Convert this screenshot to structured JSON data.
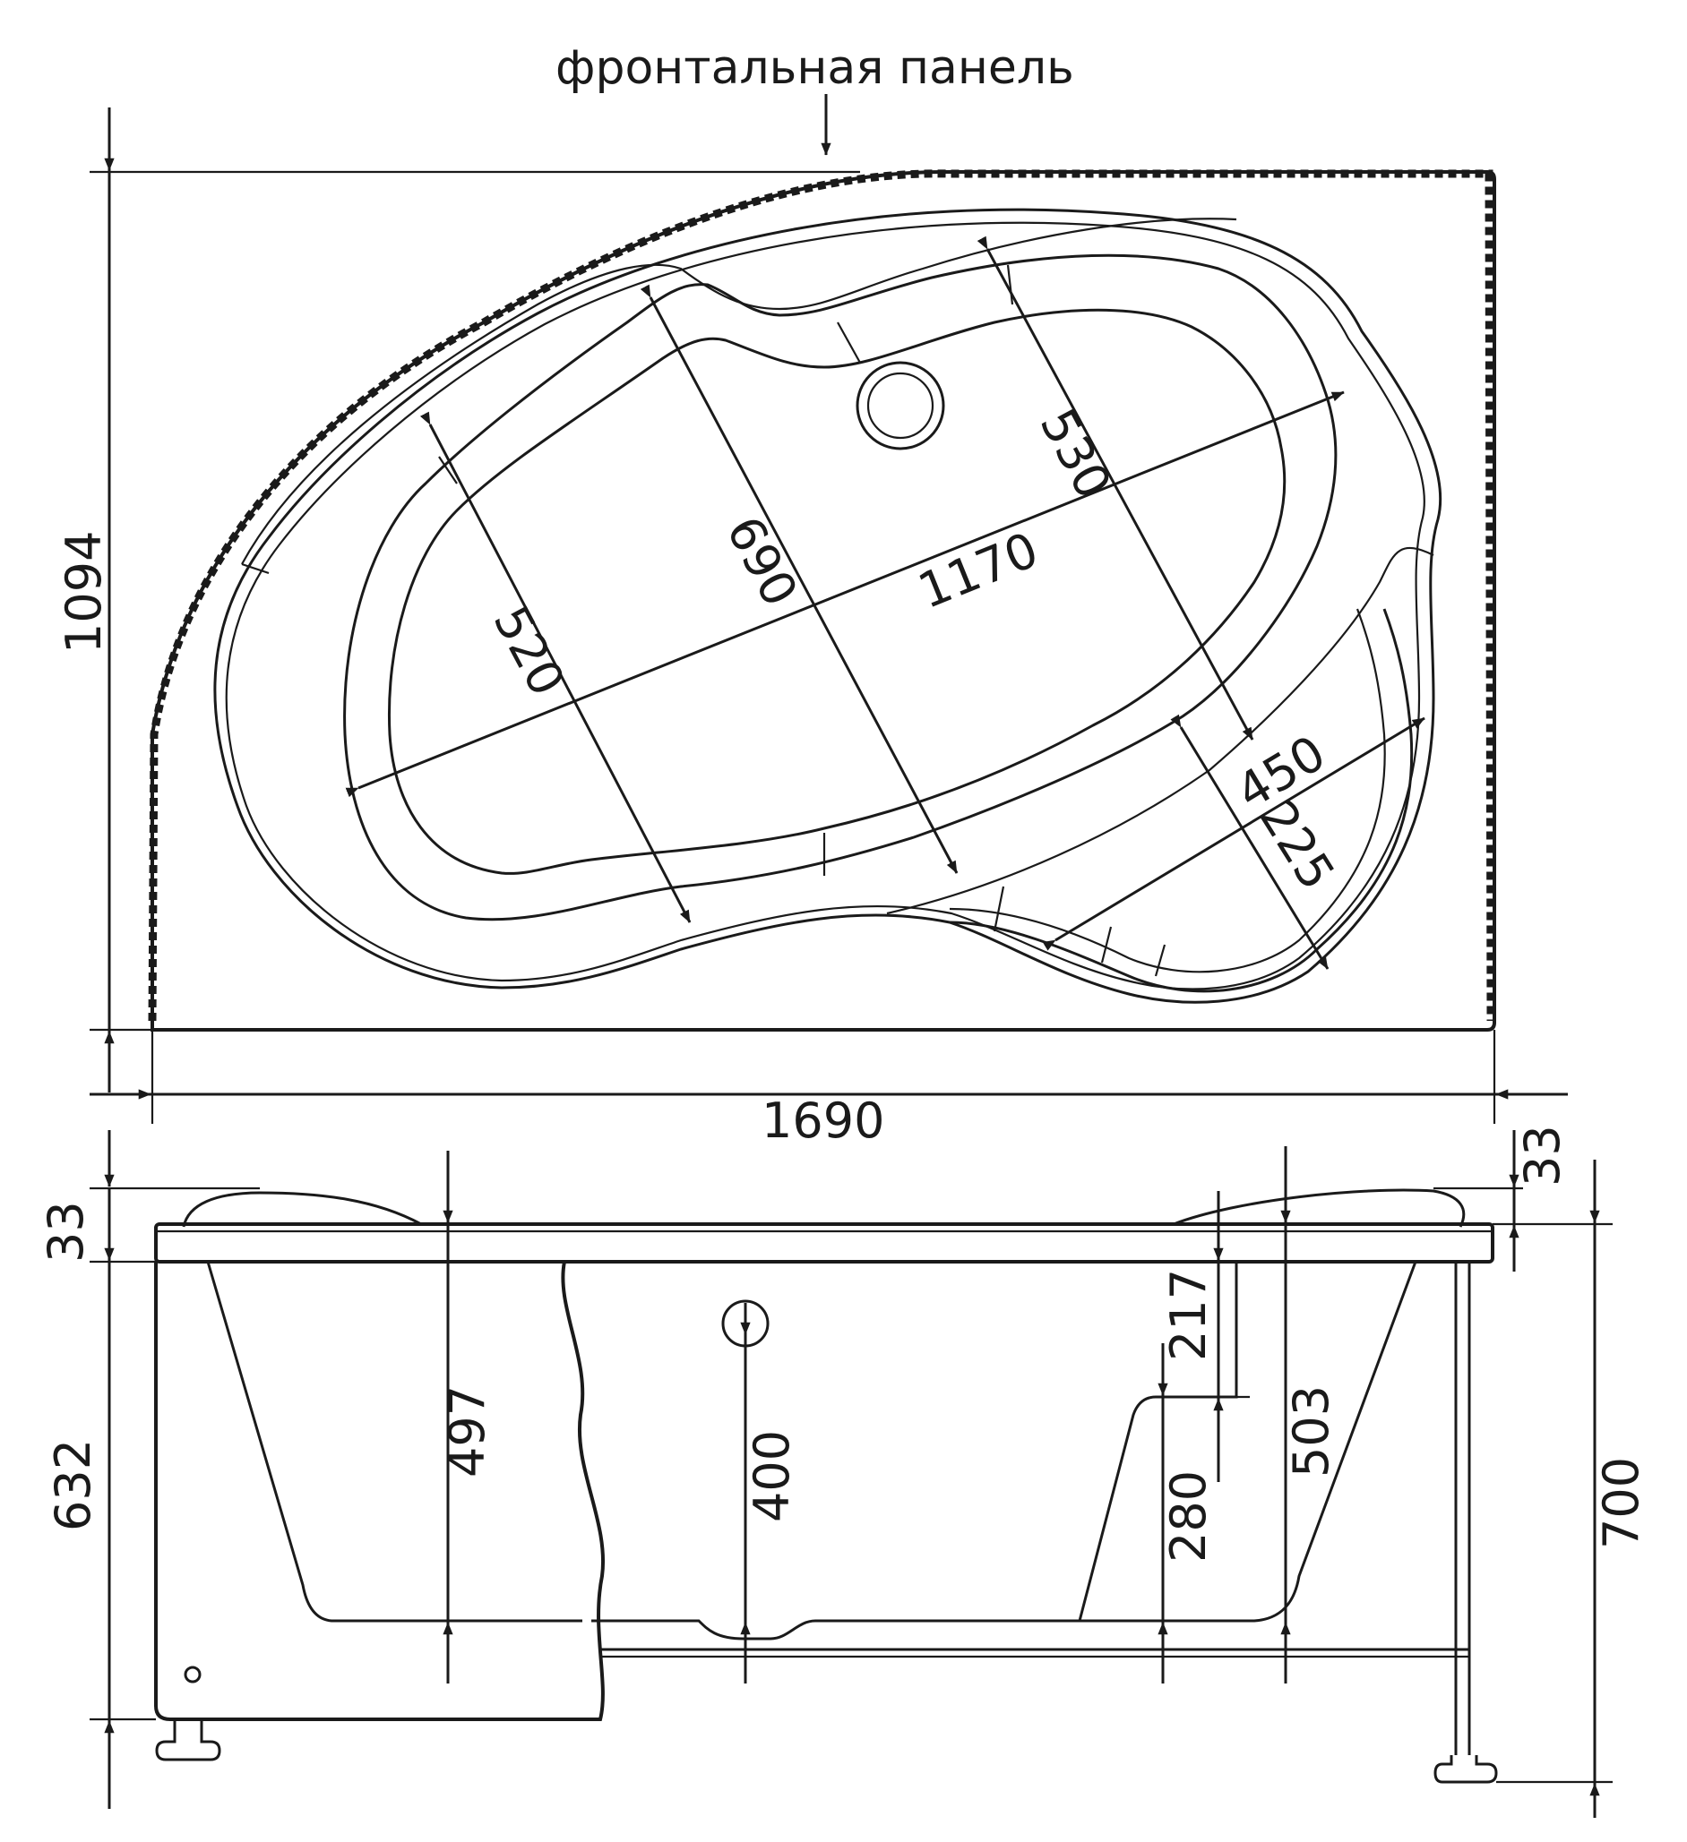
{
  "title": "фронтальная панель",
  "plan_view": {
    "width_total": "1690",
    "depth_total": "1094",
    "length_inner": "1170",
    "width_center": "690",
    "width_left": "520",
    "width_right": "530",
    "seat_width": "450",
    "seat_depth": "225"
  },
  "side_view": {
    "rim_left": "33",
    "rim_right": "33",
    "depth_left": "497",
    "drain_height": "400",
    "seat_top": "217",
    "seat_height": "280",
    "depth_right": "503",
    "front_height": "632",
    "total_height": "700"
  }
}
